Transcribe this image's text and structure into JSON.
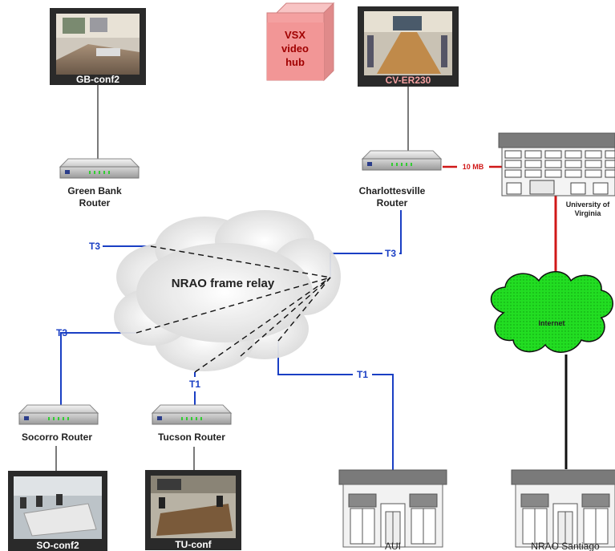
{
  "nodes": {
    "gb_conf": {
      "label": "GB-conf2"
    },
    "cv_conf": {
      "label": "CV-ER230"
    },
    "vsx_hub": {
      "line1": "VSX",
      "line2": "video",
      "line3": "hub"
    },
    "so_conf": {
      "label": "SO-conf2"
    },
    "tu_conf": {
      "label": "TU-conf"
    },
    "gb_router": {
      "line1": "Green Bank",
      "line2": "Router"
    },
    "cv_router": {
      "line1": "Charlottesville",
      "line2": "Router"
    },
    "so_router": {
      "label": "Socorro Router"
    },
    "tu_router": {
      "label": "Tucson Router"
    },
    "uva": {
      "line1": "University of",
      "line2": "Virginia"
    },
    "internet": {
      "label": "Internet"
    },
    "frame_relay": {
      "label": "NRAO frame relay"
    },
    "aui": {
      "label": "AUI"
    },
    "santiago": {
      "label": "NRAO Santiago"
    }
  },
  "links": {
    "gb_t3": "T3",
    "cv_t3": "T3",
    "so_t3": "T3",
    "tu_t1": "T1",
    "aui_t1": "T1",
    "uva_speed": "10 MB"
  },
  "colors": {
    "link_blue": "#1a3fc4",
    "link_red": "#d01818",
    "cloud_internet": "#22dd22",
    "vsx_pink": "#f4a0a0"
  }
}
